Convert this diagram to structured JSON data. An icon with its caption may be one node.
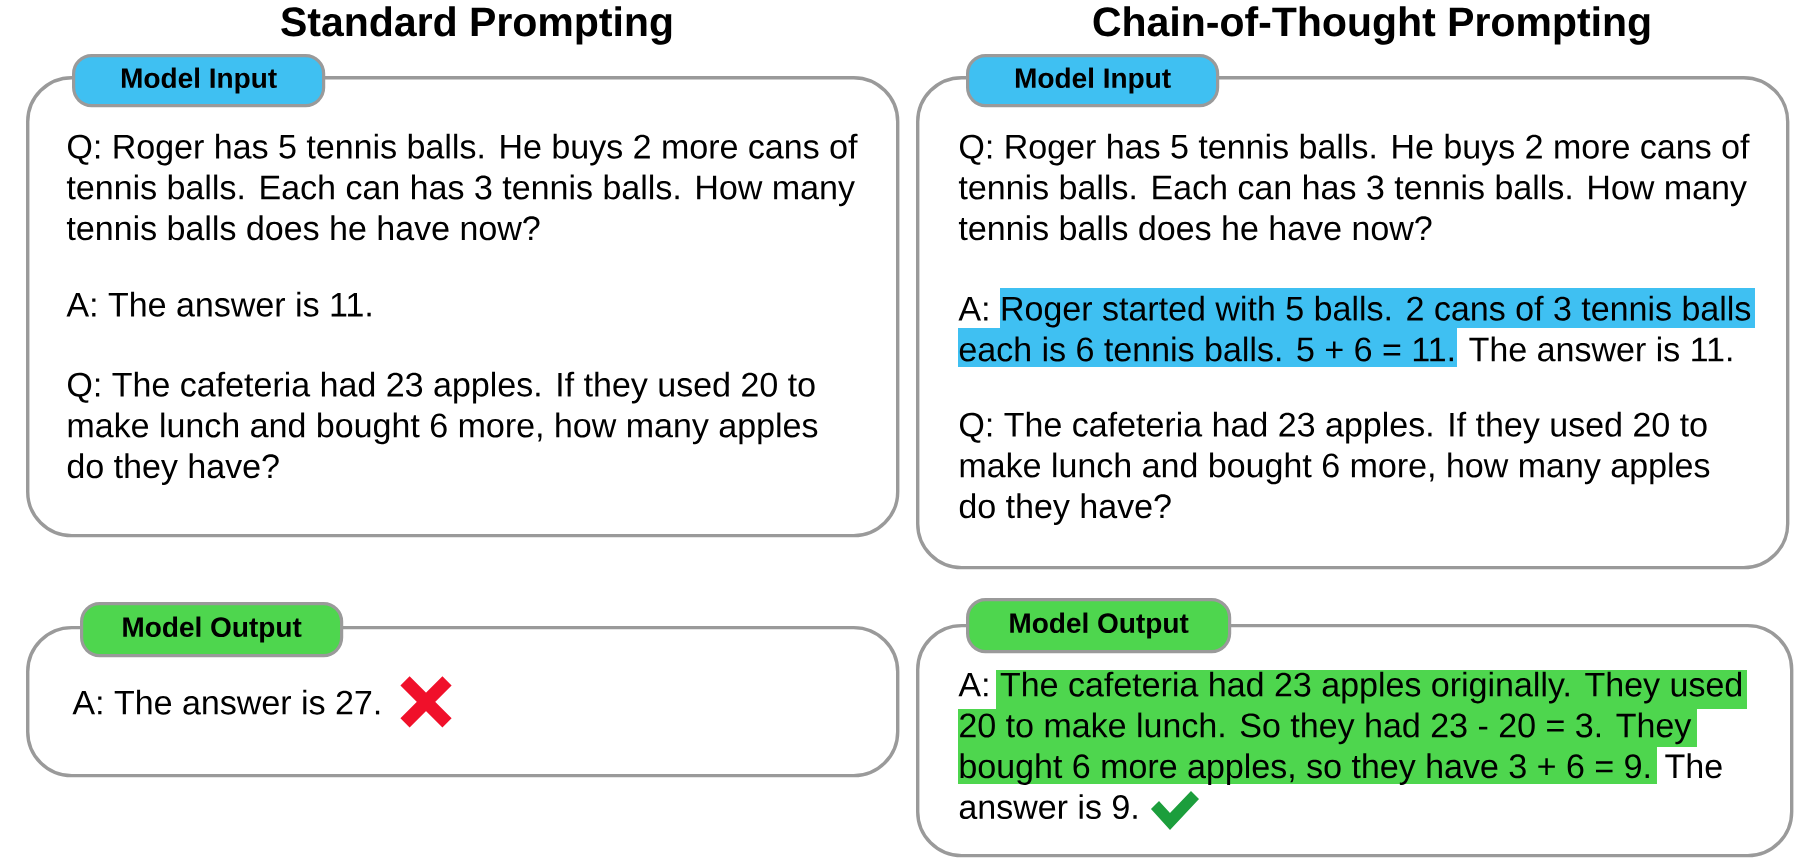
{
  "diagram": {
    "nodes": [
      {
        "text": [
          "Model Input"
        ]
      },
      {
        "text": [
          "Q: Roger has 5 tennis balls. He buys 2 more cans of tennis balls. Each can has 3 tennis balls. How many tennis balls does he have now?",
          "A: The answer is 11.",
          "Q: The cafeteria had 23 apples. If they used 20 to make lunch and bought 6 more, how many apples do they have?"
        ]
      },
      {
        "text": [
          "Model Input"
        ]
      },
      {
        "text": [
          "Q: Roger has 5 tennis balls. He buys 2 more cans of tennis balls. Each can has 3 tennis balls. How many tennis balls does he have now?",
          "A: Roger started with 5 balls. 2 cans of 3 tennis balls each is 6 tennis balls. 5 + 6 = 11. The answer is 11.",
          "Q: The cafeteria had 23 apples. If they used 20 to make lunch and bought 6 more, how many apples do they have?"
        ]
      },
      {
        "text": [
          "Model Output"
        ]
      },
      {
        "text": [
          "A: The answer is 27."
        ]
      },
      {
        "text": [
          "Model Output"
        ]
      },
      {
        "text": [
          "A: The cafeteria had 23 apples originally. They used 20 to make lunch. So they had 23 - 20 = 3. They bought 6 more apples, so they have 3 + 6 = 9. The answer is 9."
        ]
      }
    ],
    "labels": [
      "Standard Prompting",
      "Chain-of-Thought Prompting"
    ]
  }
}
